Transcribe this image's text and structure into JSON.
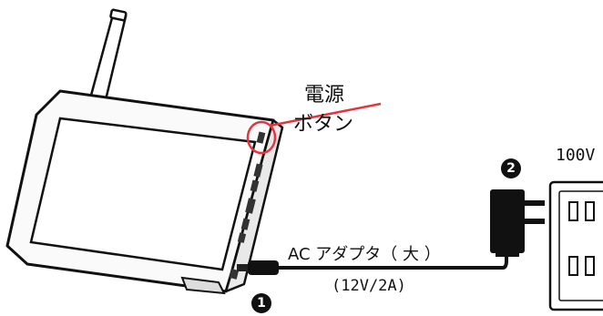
{
  "labels": {
    "power_button_line1": "電源",
    "power_button_line2": "ボタン",
    "voltage": "100V",
    "adapter": "AC アダプタ（ 大 ）",
    "adapter_spec": "(12V/2A)",
    "step1": "1",
    "step2": "2"
  },
  "colors": {
    "highlight": "#e8323c",
    "outline": "#111111"
  }
}
